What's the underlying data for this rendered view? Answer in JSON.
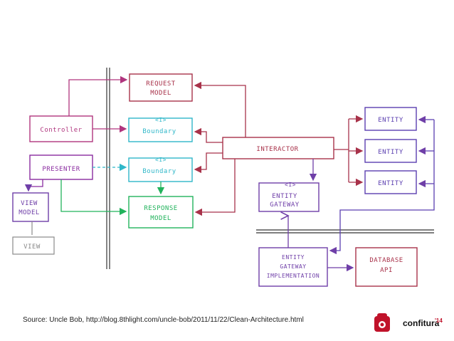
{
  "diagram": {
    "request_model": [
      "REQUEST",
      "MODEL"
    ],
    "controller": "Controller",
    "boundary_input": "Boundary",
    "boundary_output": "Boundary",
    "presenter": "PRESENTER",
    "view_model": [
      "VIEW",
      "MODEL"
    ],
    "view": "VIEW",
    "response_model": [
      "RESPONSE",
      "MODEL"
    ],
    "interactor": "INTERACTOR",
    "entity_gateway": [
      "ENTITY",
      "GATEWAY"
    ],
    "entity_1": "ENTITY",
    "entity_2": "ENTITY",
    "entity_3": "ENTITY",
    "entity_gateway_impl": [
      "ENTITY",
      "GATEWAY",
      "IMPLEMENTATION"
    ],
    "database_api": [
      "DATABASE",
      "API"
    ],
    "interface_marker": "<I>",
    "colors": {
      "magenta": "#b0357e",
      "maroon": "#a8324a",
      "cyan": "#2fb7c9",
      "green": "#22b35c",
      "purple": "#6f3fa8",
      "blue_violet": "#5b3fb0",
      "gray": "#8a8a8a"
    }
  },
  "caption": "Source: Uncle Bob, http://blog.8thlight.com/uncle-bob/2011/11/22/Clean-Architecture.html",
  "logo": {
    "name": "confitura",
    "year": "'14"
  }
}
